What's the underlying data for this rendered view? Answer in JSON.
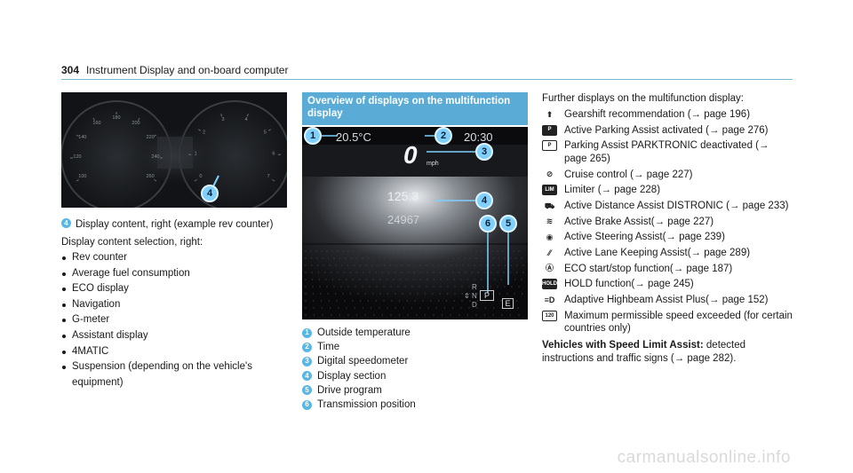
{
  "page": {
    "number": "304",
    "running_title": "Instrument Display and on-board computer"
  },
  "figure1": {
    "gauge_left_labels": [
      "100",
      "120",
      "140",
      "160",
      "180",
      "200",
      "220",
      "240",
      "260"
    ],
    "gauge_right_labels": [
      "0",
      "1",
      "2",
      "3",
      "4",
      "5",
      "6",
      "7"
    ],
    "callout": "4"
  },
  "col1": {
    "caption_num": "4",
    "caption": "Display content, right (example rev counter)",
    "selection_title": "Display content selection, right:",
    "items": [
      "Rev counter",
      "Average fuel consumption",
      "ECO display",
      "Navigation",
      "G-meter",
      "Assistant display",
      "4MATIC",
      "Suspension (depending on the vehicle's equipment)"
    ]
  },
  "col2": {
    "section_title": "Overview of displays on the multifunction display",
    "display": {
      "temperature": "20.5°C",
      "time": "20:30",
      "speed": "0",
      "speed_unit": "mph",
      "trip": "125.3",
      "odometer": "24967",
      "gear_r": "R",
      "gear_n": "N",
      "gear_d": "D",
      "gear_current": "P",
      "drive_program": "E"
    },
    "callouts": [
      "1",
      "2",
      "3",
      "4",
      "5",
      "6"
    ],
    "legend": [
      {
        "num": "1",
        "label": "Outside temperature"
      },
      {
        "num": "2",
        "label": "Time"
      },
      {
        "num": "3",
        "label": "Digital speedometer"
      },
      {
        "num": "4",
        "label": "Display section"
      },
      {
        "num": "5",
        "label": "Drive program"
      },
      {
        "num": "6",
        "label": "Transmission position"
      }
    ]
  },
  "col3": {
    "intro": "Further displays on the multifunction display:",
    "rows": [
      {
        "icon": "gearshift-arrow-icon",
        "glyph": "⬆",
        "text": "Gearshift recommendation (→ page 196)"
      },
      {
        "icon": "parking-assist-icon",
        "glyph": "P",
        "text": "Active Parking Assist activated (→ page 276)"
      },
      {
        "icon": "parktronic-off-icon",
        "glyph": "P",
        "text": "Parking Assist PARKTRONIC deactivated (→ page 265)"
      },
      {
        "icon": "cruise-control-icon",
        "glyph": "⊘",
        "text": "Cruise control (→ page 227)"
      },
      {
        "icon": "limiter-icon",
        "glyph": "LIM",
        "text": "Limiter (→ page 228)"
      },
      {
        "icon": "distronic-icon",
        "glyph": "⛟",
        "text": "Active Distance Assist DISTRONIC (→ page 233)"
      },
      {
        "icon": "brake-assist-icon",
        "glyph": "≋",
        "text": "Active Brake Assist(→ page 227)"
      },
      {
        "icon": "steering-assist-icon",
        "glyph": "◉",
        "text": "Active Steering Assist(→ page 239)"
      },
      {
        "icon": "lane-keeping-icon",
        "glyph": "⁄⁄",
        "text": "Active Lane Keeping Assist(→ page 289)"
      },
      {
        "icon": "eco-start-stop-icon",
        "glyph": "Ⓐ",
        "text": "ECO start/stop function(→ page 187)"
      },
      {
        "icon": "hold-icon",
        "glyph": "HOLD",
        "text": "HOLD function(→ page 245)"
      },
      {
        "icon": "highbeam-assist-icon",
        "glyph": "≡D",
        "text": "Adaptive Highbeam Assist Plus(→ page 152)"
      },
      {
        "icon": "max-speed-icon",
        "glyph": "120",
        "text": "Maximum permissible speed exceeded (for certain countries only)"
      }
    ],
    "footnote_bold": "Vehicles with Speed Limit Assist:",
    "footnote_text": " detected instructions and traffic signs (→ page 282)."
  },
  "watermark": "carmanualsonline.info"
}
